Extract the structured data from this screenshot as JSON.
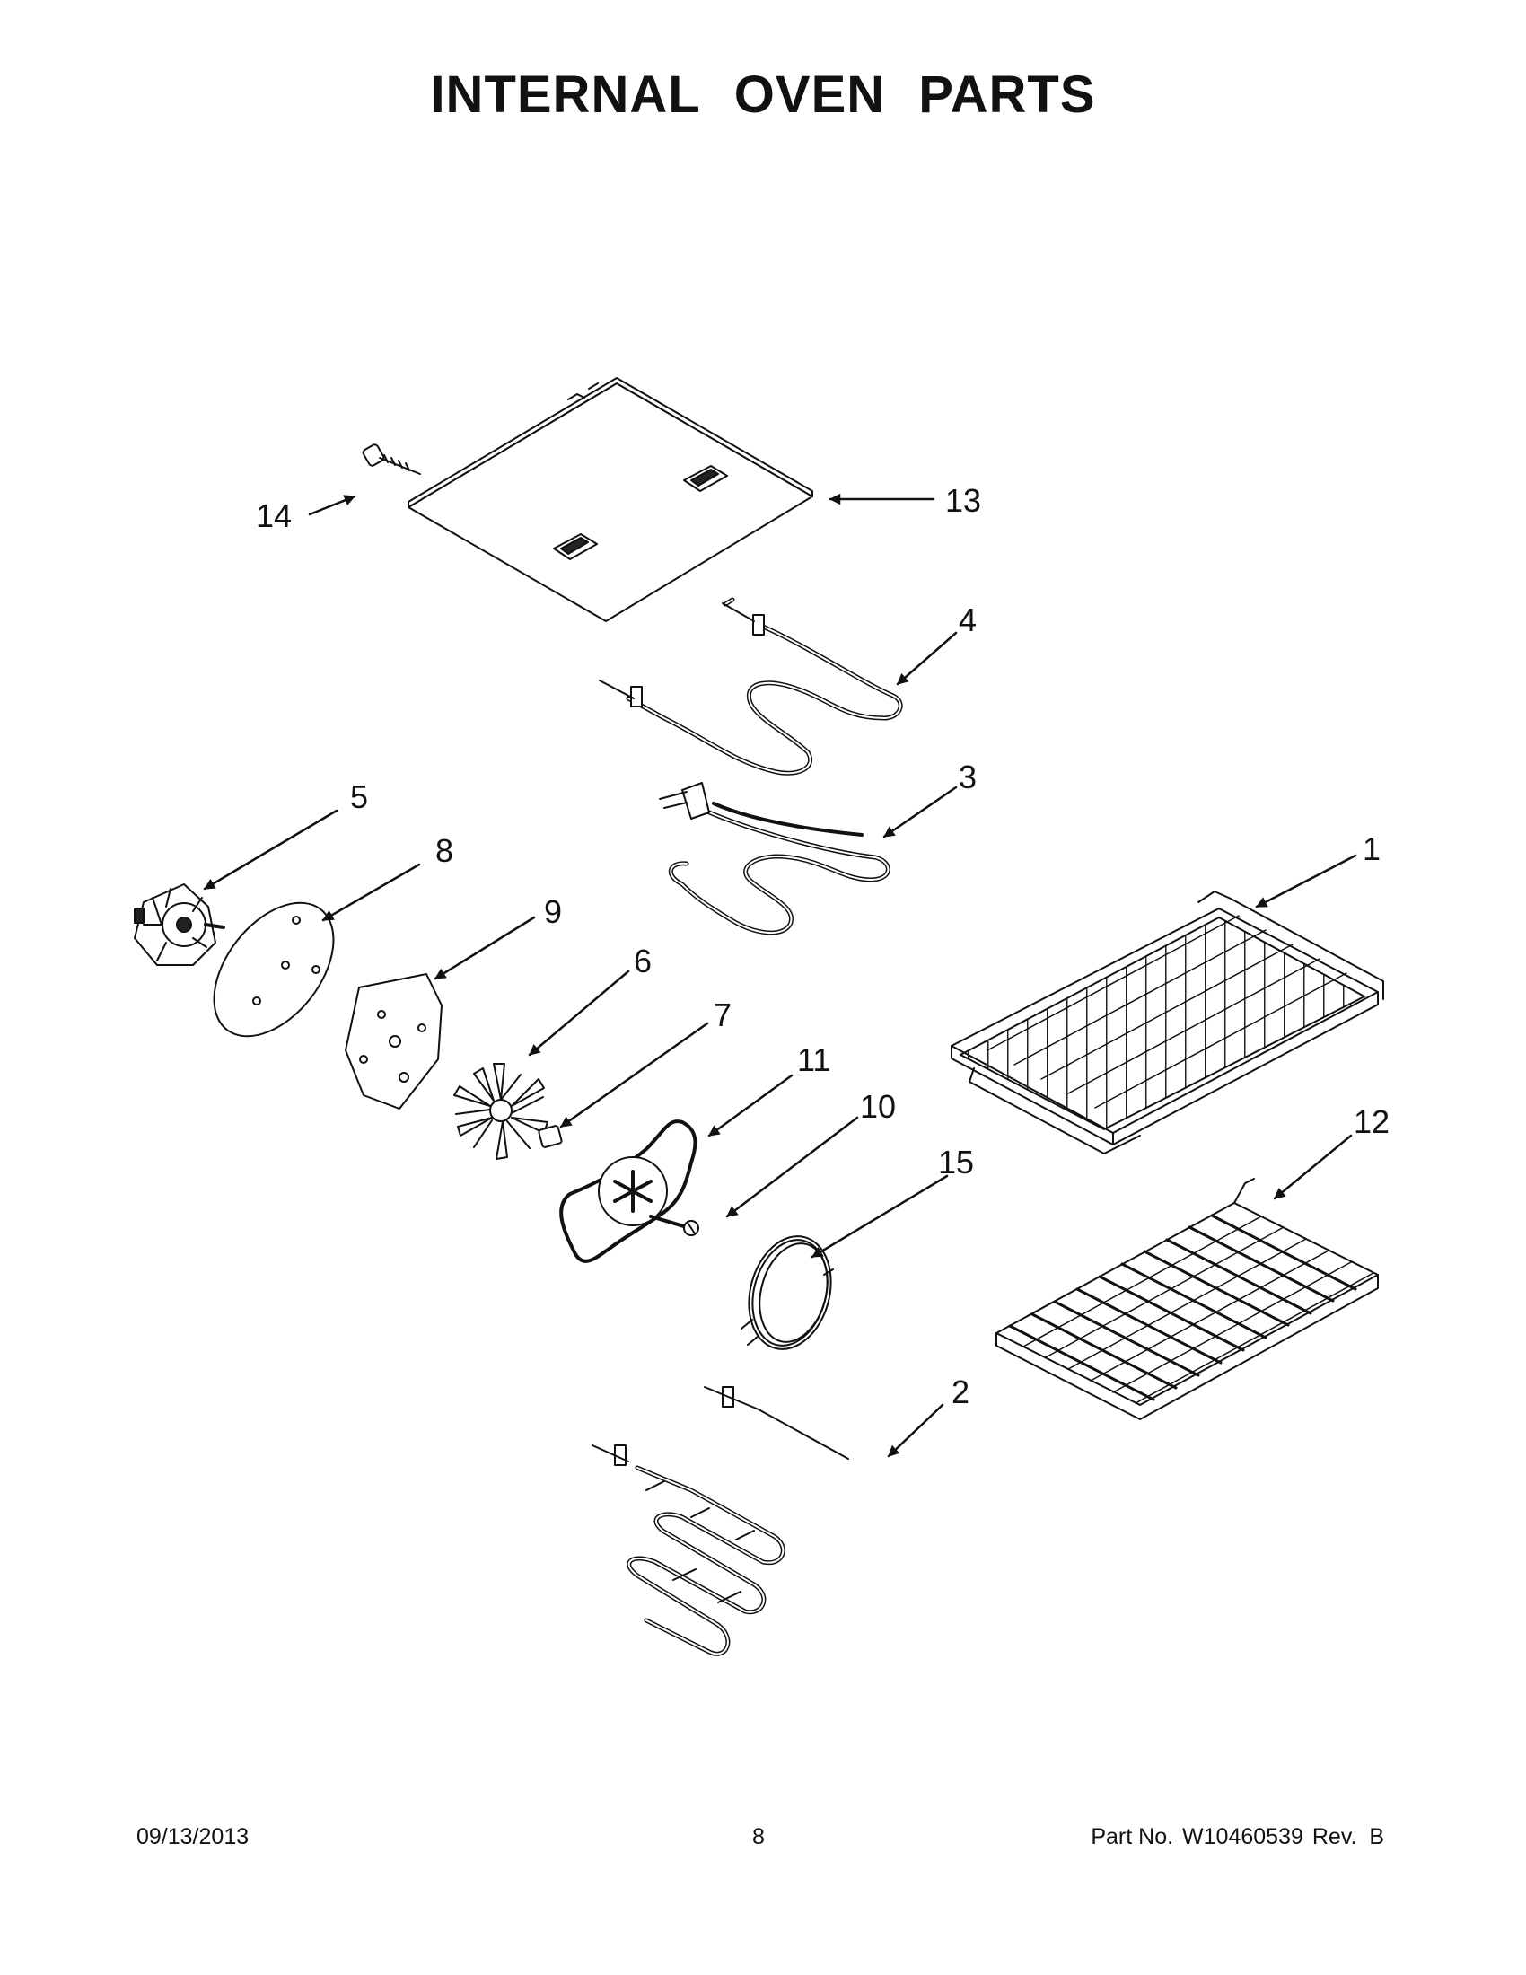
{
  "title": [
    "INTERNAL",
    "OVEN",
    "PARTS"
  ],
  "callouts": {
    "p1": "1",
    "p2": "2",
    "p3": "3",
    "p4": "4",
    "p5": "5",
    "p6": "6",
    "p7": "7",
    "p8": "8",
    "p9": "9",
    "p10": "10",
    "p11": "11",
    "p12": "12",
    "p13": "13",
    "p14": "14",
    "p15": "15"
  },
  "footer": {
    "date": "09/13/2013",
    "page": "8",
    "part_label": "Part No.",
    "part_number": "W10460539",
    "revision": "Rev.  B"
  }
}
